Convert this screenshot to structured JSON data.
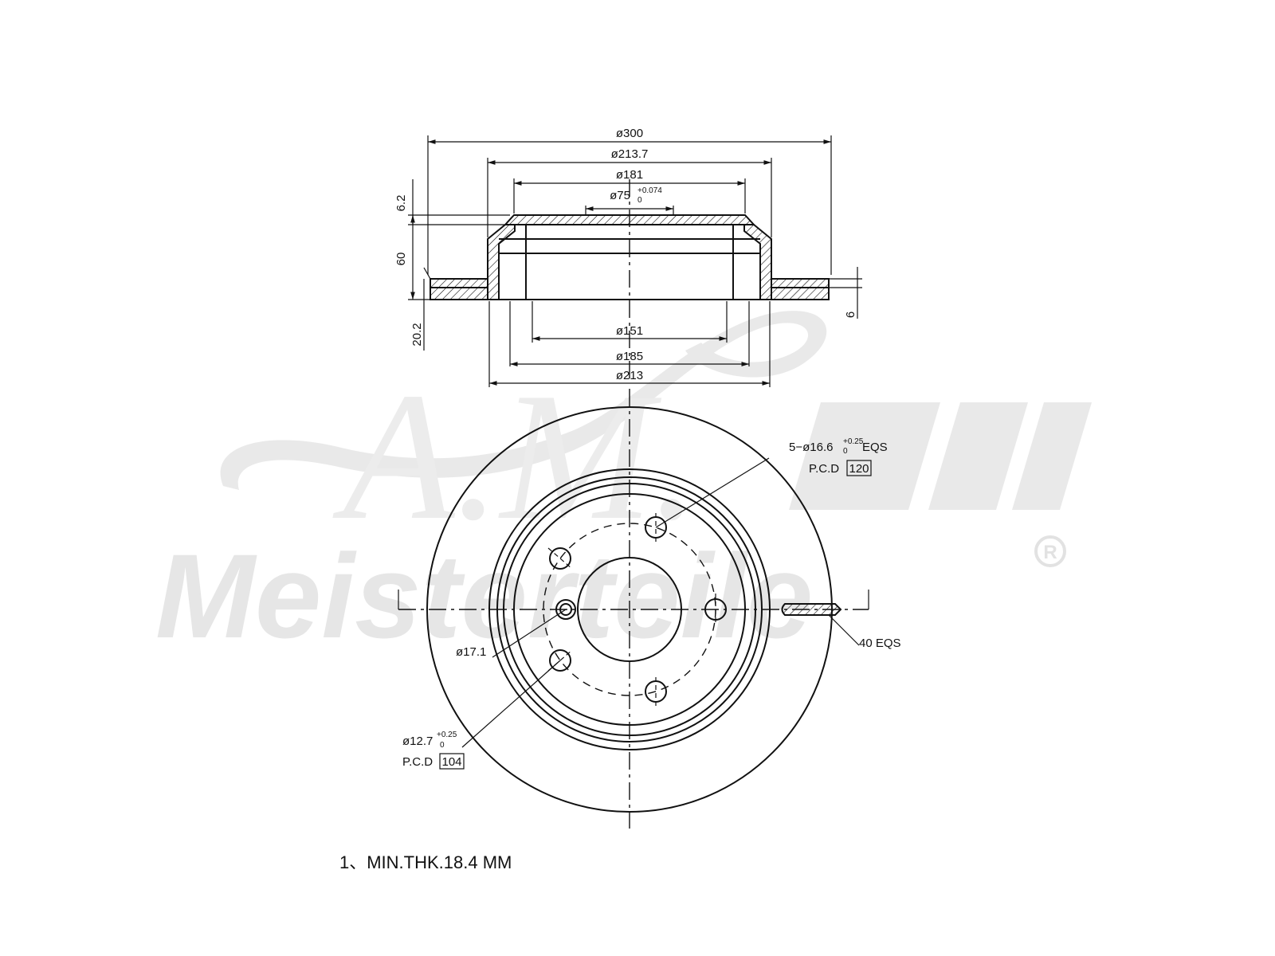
{
  "watermark": {
    "script": "A.M.",
    "brand": "Meisterteile",
    "registered": "R"
  },
  "section_view": {
    "dims_top": {
      "d300": "ø300",
      "d213_7": "ø213.7",
      "d181": "ø181",
      "d75": "ø75",
      "d75_tol_upper": "+0.074",
      "d75_tol_lower": "0"
    },
    "dims_bottom": {
      "d151": "ø151",
      "d185": "ø185",
      "d213": "ø213"
    },
    "dims_left": {
      "h6_2": "6.2",
      "h60": "60",
      "h20_2": "20.2"
    },
    "dims_right": {
      "h6": "6"
    }
  },
  "front_view": {
    "bolt_holes": {
      "prefix": "5−ø16.6",
      "tol_upper": "+0.25",
      "tol_lower": "0",
      "suffix": "EQS",
      "pcd_label": "P.C.D",
      "pcd_value": "120"
    },
    "pilot_hole": {
      "label": "ø17.1"
    },
    "locating_holes": {
      "prefix": "ø12.7",
      "tol_upper": "+0.25",
      "tol_lower": "0",
      "pcd_label": "P.C.D",
      "pcd_value": "104"
    },
    "vents": {
      "label": "40 EQS"
    }
  },
  "note": {
    "text": "1、MIN.THK.18.4 MM"
  }
}
